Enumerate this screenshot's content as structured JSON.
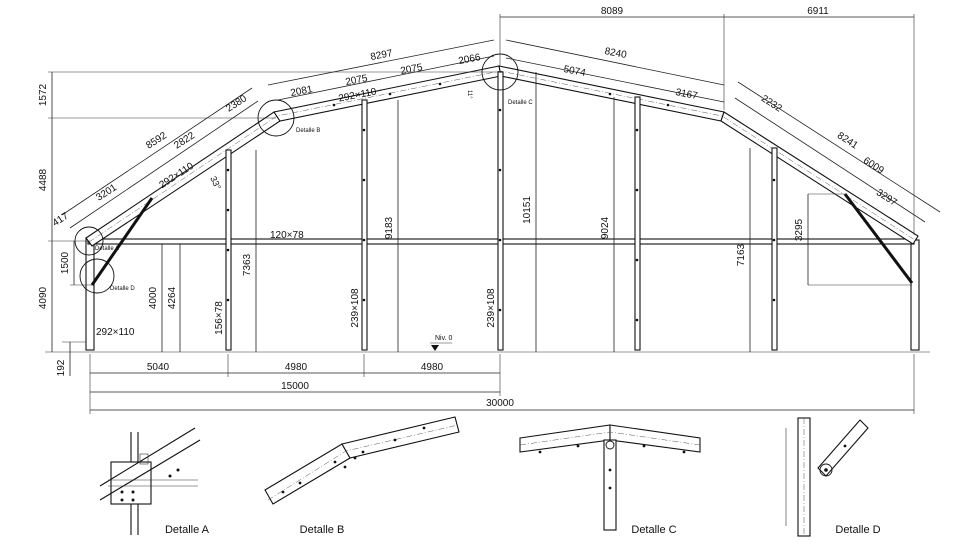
{
  "colors": {
    "line": "#111111",
    "background": "#ffffff"
  },
  "dimensions": {
    "overall_width": "30000",
    "half_width": "15000",
    "bay_1": "5040",
    "bay_2": "4980",
    "bay_3": "4980",
    "right_top_1": "8089",
    "right_top_2": "6911",
    "rafter_left_overall": "8592",
    "rafter_upper_overall": "8297",
    "rafter_right_upper_overall": "8240",
    "rafter_right_lower_overall": "8241",
    "seg_417": "417",
    "seg_3201": "3201",
    "seg_2822": "2822",
    "seg_2380": "2380",
    "seg_2081": "2081",
    "seg_2075a": "2075",
    "seg_2075b": "2075",
    "seg_2066": "2066",
    "seg_5074": "5074",
    "seg_3167": "3167",
    "seg_2232": "2232",
    "seg_6009": "6009",
    "seg_3297": "3297",
    "height_1572": "1572",
    "height_4488": "4488",
    "height_1500": "1500",
    "height_4090": "4090",
    "height_192": "192",
    "height_4000": "4000",
    "height_4264": "4264",
    "height_7363": "7363",
    "height_9183": "9183",
    "height_10151": "10151",
    "height_9024": "9024",
    "height_7163": "7163",
    "height_3295": "3295"
  },
  "sections": {
    "rafter_lower": "292×110",
    "rafter_upper": "292×110",
    "column_base": "292×110",
    "tie_beam": "120×78",
    "post_1": "156×78",
    "post_2": "239×108",
    "post_3": "239×108"
  },
  "angles": {
    "pitch": "33°",
    "ridge": "11°"
  },
  "level_label": "Niv. 0",
  "detail_labels": {
    "A": "Detalle A",
    "B": "Detalle B",
    "C": "Detalle C",
    "D": "Detalle D"
  },
  "detail_captions": {
    "A": "Detalle A",
    "B": "Detalle B",
    "C": "Detalle C",
    "D": "Detalle D"
  }
}
